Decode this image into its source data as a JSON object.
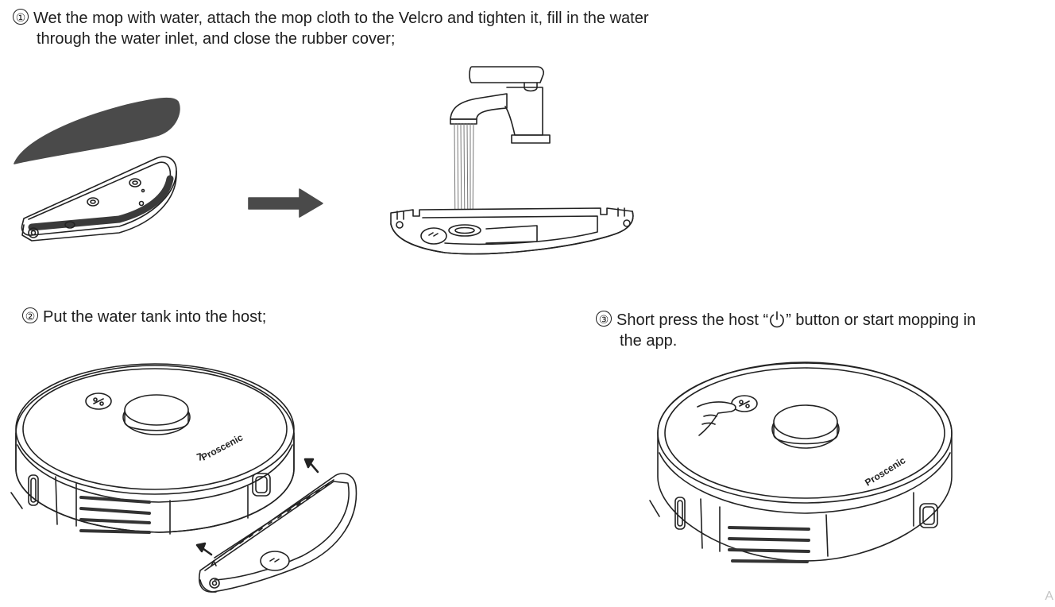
{
  "steps": [
    {
      "number": "①",
      "line1": "Wet the mop with water, attach the mop cloth to the Velcro and tighten it,  fill in the water",
      "line2": "through the water inlet, and close the rubber cover;"
    },
    {
      "number": "②",
      "line1": "Put the water tank into the host;"
    },
    {
      "number": "③",
      "line1_before": "Short press the host “",
      "line1_after": "” button or start mopping in",
      "line2": "the app."
    }
  ],
  "brand_label": "Proscenic",
  "watermark": "A",
  "icons": {
    "power": "power-icon",
    "arrow": "arrow-right-icon"
  },
  "colors": {
    "text": "#1e1e1e",
    "line": "#222222",
    "mop_cloth": "#4a4a4a",
    "watermark": "#c4c4c4"
  }
}
